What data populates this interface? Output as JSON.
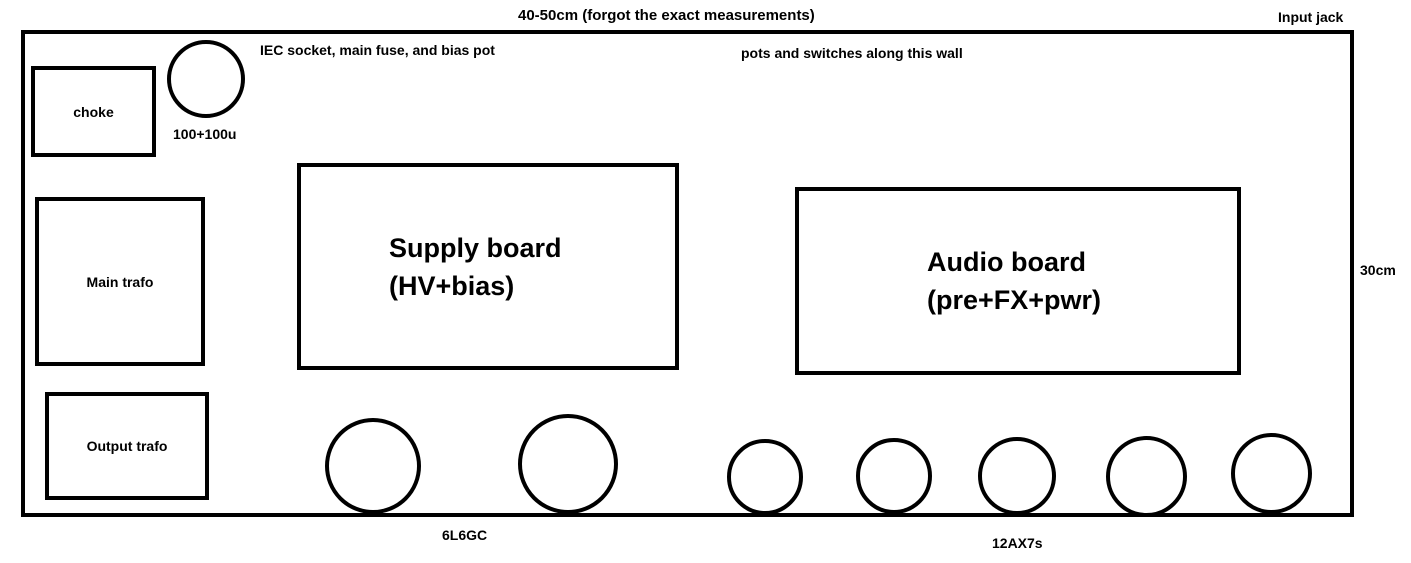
{
  "dimensions": {
    "width_label": "40-50cm (forgot the exact measurements)",
    "height_label": "30cm"
  },
  "annotations": {
    "input_jack": "Input jack",
    "iec": "IEC socket, main fuse, and bias pot",
    "pots_switches": "pots and switches along this wall",
    "cap_value": "100+100u",
    "power_tubes": "6L6GC",
    "preamp_tubes": "12AX7s"
  },
  "components": {
    "choke": "choke",
    "main_trafo": "Main trafo",
    "output_trafo": "Output trafo",
    "supply_board": {
      "line1": "Supply board",
      "line2": "(HV+bias)"
    },
    "audio_board": {
      "line1": "Audio board",
      "line2": "(pre+FX+pwr)"
    }
  },
  "colors": {
    "stroke": "#000000",
    "background": "#ffffff"
  }
}
